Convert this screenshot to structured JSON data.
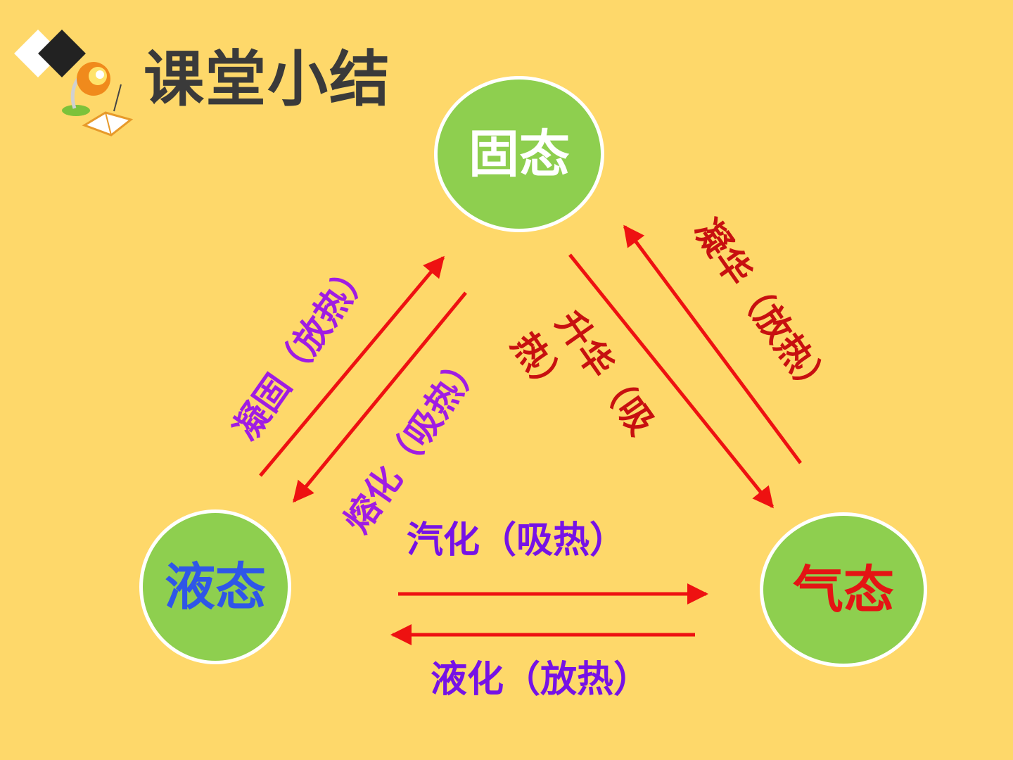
{
  "title": "课堂小结",
  "colors": {
    "background": "#FED86A",
    "node_fill": "#8ECF4F",
    "node_border": "#FFFFFF",
    "arrow": "#EE1111",
    "title_text": "#3A3A3A"
  },
  "icons": [
    "diamond-decoration-icon",
    "desk-lamp-icon",
    "open-book-icon"
  ],
  "nodes": {
    "solid": "固态",
    "liquid": "液态",
    "gas": "气态"
  },
  "transitions": {
    "freezing": "凝固（放热）",
    "melting": "熔化（吸热）",
    "deposition": "凝华（放热）",
    "sublimation_line1": "升华（吸",
    "sublimation_line2": "热）",
    "vaporization": "汽化（吸热）",
    "condensation": "液化（放热）"
  }
}
